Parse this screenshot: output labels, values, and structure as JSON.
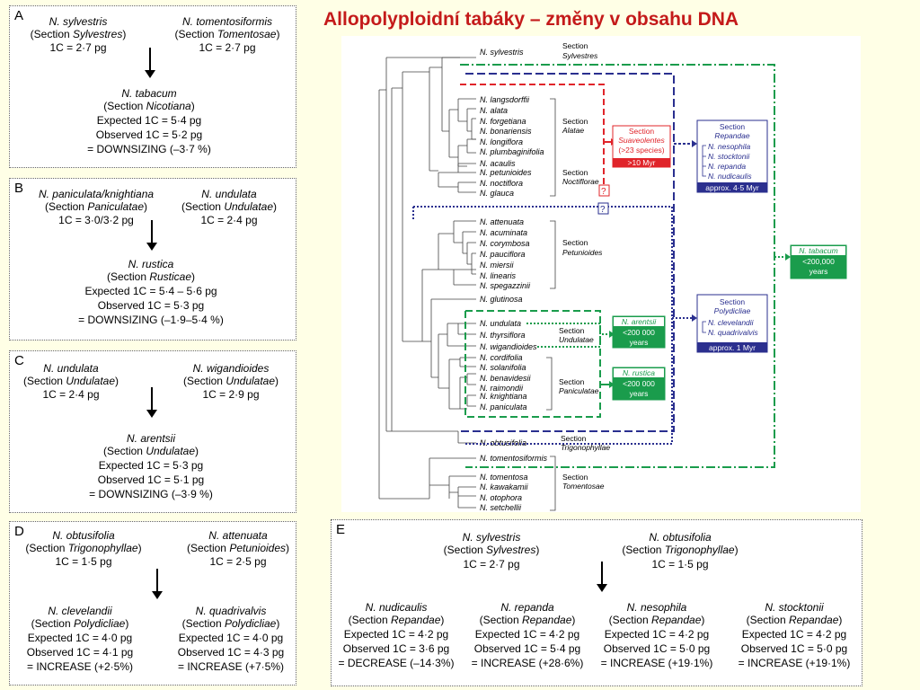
{
  "title": "Allopolyploidní tabáky – změny v obsahu DNA",
  "panelA": {
    "label": "A",
    "p1_name": "N. sylvestris",
    "p1_sect_pre": "(Section ",
    "p1_sect": "Sylvestres",
    "p1_sect_post": ")",
    "p1_c": "1C = 2·7 pg",
    "p2_name": "N. tomentosiformis",
    "p2_sect_pre": "(Section ",
    "p2_sect": "Tomentosae",
    "p2_sect_post": ")",
    "p2_c": "1C = 2·7 pg",
    "h_name": "N. tabacum",
    "h_sect_pre": "(Section ",
    "h_sect": "Nicotiana",
    "h_sect_post": ")",
    "expected": "Expected 1C = 5·4 pg",
    "observed": "Observed 1C = 5·2 pg",
    "change": "= DOWNSIZING (–3·7 %)"
  },
  "panelB": {
    "label": "B",
    "p1_name": "N. paniculata/knightiana",
    "p1_sect_pre": "(Section ",
    "p1_sect": "Paniculatae",
    "p1_sect_post": ")",
    "p1_c": "1C = 3·0/3·2 pg",
    "p2_name": "N. undulata",
    "p2_sect_pre": "(Section ",
    "p2_sect": "Undulatae",
    "p2_sect_post": ")",
    "p2_c": "1C = 2·4 pg",
    "h_name": "N. rustica",
    "h_sect_pre": "(Section ",
    "h_sect": "Rusticae",
    "h_sect_post": ")",
    "expected": "Expected 1C = 5·4 – 5·6 pg",
    "observed": "Observed 1C = 5·3 pg",
    "change": "= DOWNSIZING (–1·9–5·4 %)"
  },
  "panelC": {
    "label": "C",
    "p1_name": "N. undulata",
    "p1_sect_pre": "(Section ",
    "p1_sect": "Undulatae",
    "p1_sect_post": ")",
    "p1_c": "1C = 2·4 pg",
    "p2_name": "N. wigandioides",
    "p2_sect_pre": "(Section ",
    "p2_sect": "Undulatae",
    "p2_sect_post": ")",
    "p2_c": "1C = 2·9 pg",
    "h_name": "N. arentsii",
    "h_sect_pre": "(Section ",
    "h_sect": "Undulatae",
    "h_sect_post": ")",
    "expected": "Expected 1C = 5·3 pg",
    "observed": "Observed 1C = 5·1 pg",
    "change": "= DOWNSIZING (–3·9 %)"
  },
  "panelD": {
    "label": "D",
    "p1_name": "N. obtusifolia",
    "p1_sect_pre": "(Section ",
    "p1_sect": "Trigonophyllae",
    "p1_sect_post": ")",
    "p1_c": "1C = 1·5 pg",
    "p2_name": "N. attenuata",
    "p2_sect_pre": "(Section ",
    "p2_sect": "Petunioides",
    "p2_sect_post": ")",
    "p2_c": "1C = 2·5 pg",
    "h1_name": "N. clevelandii",
    "h1_sect_pre": "(Section ",
    "h1_sect": "Polydicliae",
    "h1_sect_post": ")",
    "h1_expected": "Expected 1C = 4·0 pg",
    "h1_observed": "Observed 1C = 4·1 pg",
    "h1_change": "= INCREASE (+2·5%)",
    "h2_name": "N. quadrivalvis",
    "h2_sect_pre": "(Section ",
    "h2_sect": "Polydicliae",
    "h2_sect_post": ")",
    "h2_expected": "Expected 1C = 4·0 pg",
    "h2_observed": "Observed 1C = 4·3 pg",
    "h2_change": "= INCREASE (+7·5%)"
  },
  "panelE": {
    "label": "E",
    "p1_name": "N. sylvestris",
    "p1_sect_pre": "(Section ",
    "p1_sect": "Sylvestres",
    "p1_sect_post": ")",
    "p1_c": "1C = 2·7 pg",
    "p2_name": "N. obtusifolia",
    "p2_sect_pre": "(Section ",
    "p2_sect": "Trigonophyllae",
    "p2_sect_post": ")",
    "p2_c": "1C = 1·5 pg",
    "hybrids": [
      {
        "name": "N. nudicaulis",
        "sect_pre": "(Section ",
        "sect": "Repandae",
        "sect_post": ")",
        "expected": "Expected 1C = 4·2 pg",
        "observed": "Observed 1C = 3·6 pg",
        "change": "= DECREASE (–14·3%)"
      },
      {
        "name": "N. repanda",
        "sect_pre": "(Section ",
        "sect": "Repandae",
        "sect_post": ")",
        "expected": "Expected 1C = 4·2 pg",
        "observed": "Observed 1C = 5·4 pg",
        "change": "= INCREASE (+28·6%)"
      },
      {
        "name": "N. nesophila",
        "sect_pre": "(Section ",
        "sect": "Repandae",
        "sect_post": ")",
        "expected": "Expected 1C = 4·2 pg",
        "observed": "Observed 1C = 5·0 pg",
        "change": "= INCREASE (+19·1%)"
      },
      {
        "name": "N. stocktonii",
        "sect_pre": "(Section ",
        "sect": "Repandae",
        "sect_post": ")",
        "expected": "Expected 1C = 4·2 pg",
        "observed": "Observed 1C = 5·0 pg",
        "change": "= INCREASE (+19·1%)"
      }
    ]
  },
  "tree": {
    "taxa": [
      "N. sylvestris",
      "N. langsdorffii",
      "N. alata",
      "N. forgetiana",
      "N. bonariensis",
      "N. longiflora",
      "N. plumbaginifolia",
      "N. acaulis",
      "N. petunioides",
      "N. noctiflora",
      "N. glauca",
      "N. attenuata",
      "N. acuminata",
      "N. corymbosa",
      "N. pauciflora",
      "N. miersii",
      "N. linearis",
      "N. spegazzinii",
      "N. glutinosa",
      "N. undulata",
      "N. thyrsiflora",
      "N. wigandioides",
      "N. cordifolia",
      "N. solanifolia",
      "N. benavidesii",
      "N. raimondii",
      "N. knightiana",
      "N. paniculata",
      "N. obtusifolia",
      "N. tomentosiformis",
      "N. tomentosa",
      "N. kawakamii",
      "N. otophora",
      "N. setchellii"
    ],
    "sections": {
      "sylvestres": [
        "Section",
        "Sylvestres"
      ],
      "alatae": [
        "Section",
        "Alatae"
      ],
      "noctiflorae": [
        "Section",
        "Noctiflorae"
      ],
      "petunioides": [
        "Section",
        "Petunioides"
      ],
      "undulatae": [
        "Section",
        "Undulatae"
      ],
      "paniculatae": [
        "Section",
        "Paniculatae"
      ],
      "trigonophyllae": [
        "Section",
        "Trigonophyllae"
      ],
      "tomentosae": [
        "Section",
        "Tomentosae"
      ]
    },
    "question_mark": "?",
    "suaveolentes": {
      "title": "Section",
      "name": "Suaveolentes",
      "count": "(>23 species)",
      "age": ">10 Myr"
    },
    "repandae": {
      "title": "Section",
      "name": "Repandae",
      "members": [
        "N. nesophila",
        "N. stocktonii",
        "N. repanda",
        "N. nudicaulis"
      ],
      "age": "approx. 4·5 Myr"
    },
    "polydicliae": {
      "title": "Section",
      "name": "Polydicliae",
      "members": [
        "N. clevelandii",
        "N. quadrivalvis"
      ],
      "age": "approx. 1 Myr"
    },
    "tabacum": {
      "name": "N. tabacum",
      "age1": "<200,000",
      "age2": "years"
    },
    "arentsii": {
      "name": "N. arentsii",
      "age1": "<200 000",
      "age2": "years"
    },
    "rustica": {
      "name": "N. rustica",
      "age1": "<200 000",
      "age2": "years"
    },
    "colors": {
      "red": "#e0242a",
      "blue": "#2a2f8f",
      "green": "#1a9c4c",
      "navy": "#2b2f8e"
    }
  }
}
